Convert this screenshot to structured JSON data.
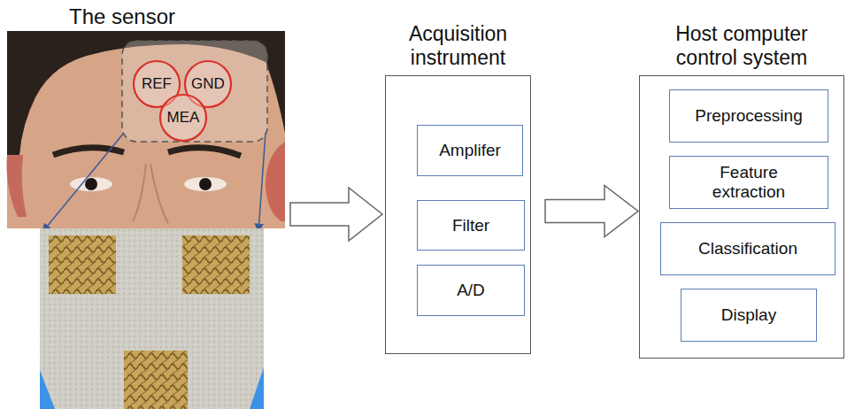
{
  "diagram": {
    "nodes": [
      {
        "text": [
          "REF"
        ]
      },
      {
        "text": [
          "GND"
        ]
      },
      {
        "text": [
          "MEA"
        ]
      },
      {
        "text": [
          "Acquisition instrument"
        ]
      },
      {
        "text": [
          "Amplifer"
        ],
        "in": 3
      },
      {
        "text": [
          "Filter"
        ],
        "in": 3
      },
      {
        "text": [
          "A/D"
        ],
        "in": 3
      },
      {
        "text": [
          "Host computer control system"
        ]
      },
      {
        "text": [
          "Preprocessing"
        ],
        "in": 7
      },
      {
        "text": [
          "Feature extraction"
        ],
        "in": 7
      },
      {
        "text": [
          "Classification"
        ],
        "in": 7
      },
      {
        "text": [
          "Display"
        ],
        "in": 7
      }
    ],
    "edges": [
      {
        "from": 3,
        "to": 7,
        "arrow": "to"
      }
    ],
    "labels": [
      "The sensor"
    ]
  }
}
